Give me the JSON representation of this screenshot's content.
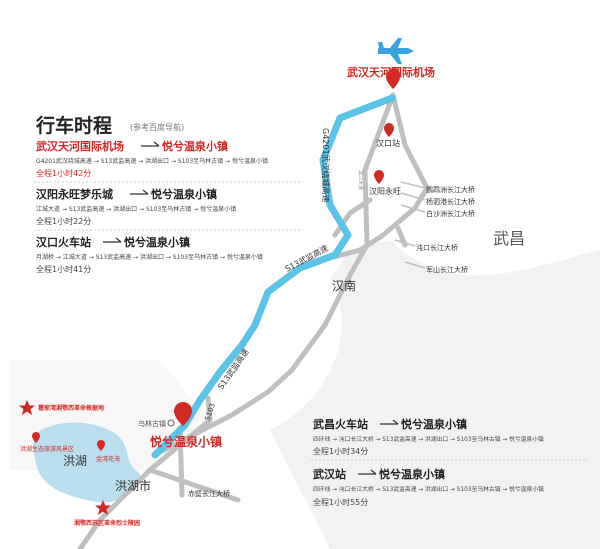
{
  "header": {
    "title": "行车时程",
    "note": "(参考百度导航)"
  },
  "routes": [
    {
      "title": "武汉天河国际机场",
      "dest": "悦兮温泉小镇",
      "path": "G4201武汉绕城高速 → S13武监高速 → 洪湖出口 → S103至乌林古镇 → 悦兮温泉小镇",
      "time": "全程1小时42分"
    },
    {
      "title": "汉阳永旺梦乐城",
      "dest": "悦兮温泉小镇",
      "path": "江城大道 → S13武监高速 → 洪湖出口 → S103至乌林古镇 → 悦兮温泉小镇",
      "time": "全程1小时22分"
    },
    {
      "title": "汉口火车站",
      "dest": "悦兮温泉小镇",
      "path": "月湖桥 → 江城大道 → S13武监高速 → 洪湖出口 → S103至乌林古镇 → 悦兮温泉小镇",
      "time": "全程1小时41分"
    },
    {
      "title": "武昌火车站",
      "dest": "悦兮温泉小镇",
      "path": "四环线 → 沌口长江大桥 → S13武监高速 → 洪湖出口 → S103至乌林古镇 → 悦兮温泉小镇",
      "time": "全程1小时34分"
    },
    {
      "title": "武汉站",
      "dest": "悦兮温泉小镇",
      "path": "四环线 → 沌口长江大桥 → S13武监高速 → 洪湖出口 → S103至乌林古镇 → 悦兮温泉小镇",
      "time": "全程1小时55分"
    }
  ],
  "map_labels": {
    "airport": "武汉天河国际机场",
    "hankou_station": "汉口站",
    "hanyang_yongwang": "汉阳永旺",
    "wuchang": "武昌",
    "hannan": "汉南",
    "honghu_city": "洪湖市",
    "honghu_lake": "洪湖",
    "resort": "悦兮温泉小镇",
    "wulin": "乌林古镇",
    "road_g4201": "G4201武汉绕城高速",
    "road_s13_top": "S13武监高速",
    "road_s13_bottom": "S13武监高速",
    "road_s103": "S103",
    "road_small": "滨江大道",
    "bridges": [
      "鹦鹉洲长江大桥",
      "杨泗港长江大桥",
      "白沙洲长江大桥",
      "沌口长江大桥",
      "军山长江大桥"
    ],
    "chibi_bridge": "赤壁长江大桥",
    "poi_honglong": "洪湖生态旅游风景区",
    "poi_jinwan": "金湾花海",
    "poi_revolution": "瞿家湾湘鄂西革命根据地",
    "poi_cemetery": "湘鄂西苏区革命烈士陵园"
  },
  "colors": {
    "accent": "#d42a26",
    "route": "#59c3e8",
    "road": "#bfbfbf",
    "lake": "#b9def0",
    "plane": "#3aa3dd"
  },
  "icons": {
    "plane": "airplane-icon",
    "pin": "map-pin-icon",
    "star": "star-icon",
    "arrow": "long-right-arrow"
  }
}
